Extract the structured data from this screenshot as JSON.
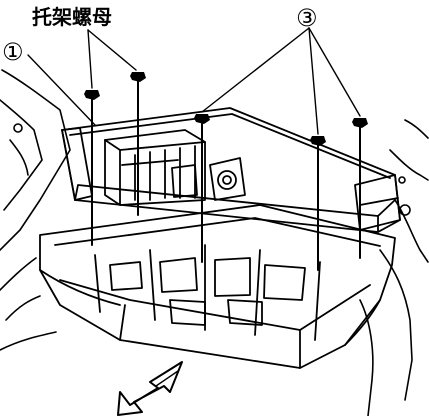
{
  "callouts": {
    "label_cn": "托架螺母",
    "num_1": "①",
    "num_3": "③"
  }
}
